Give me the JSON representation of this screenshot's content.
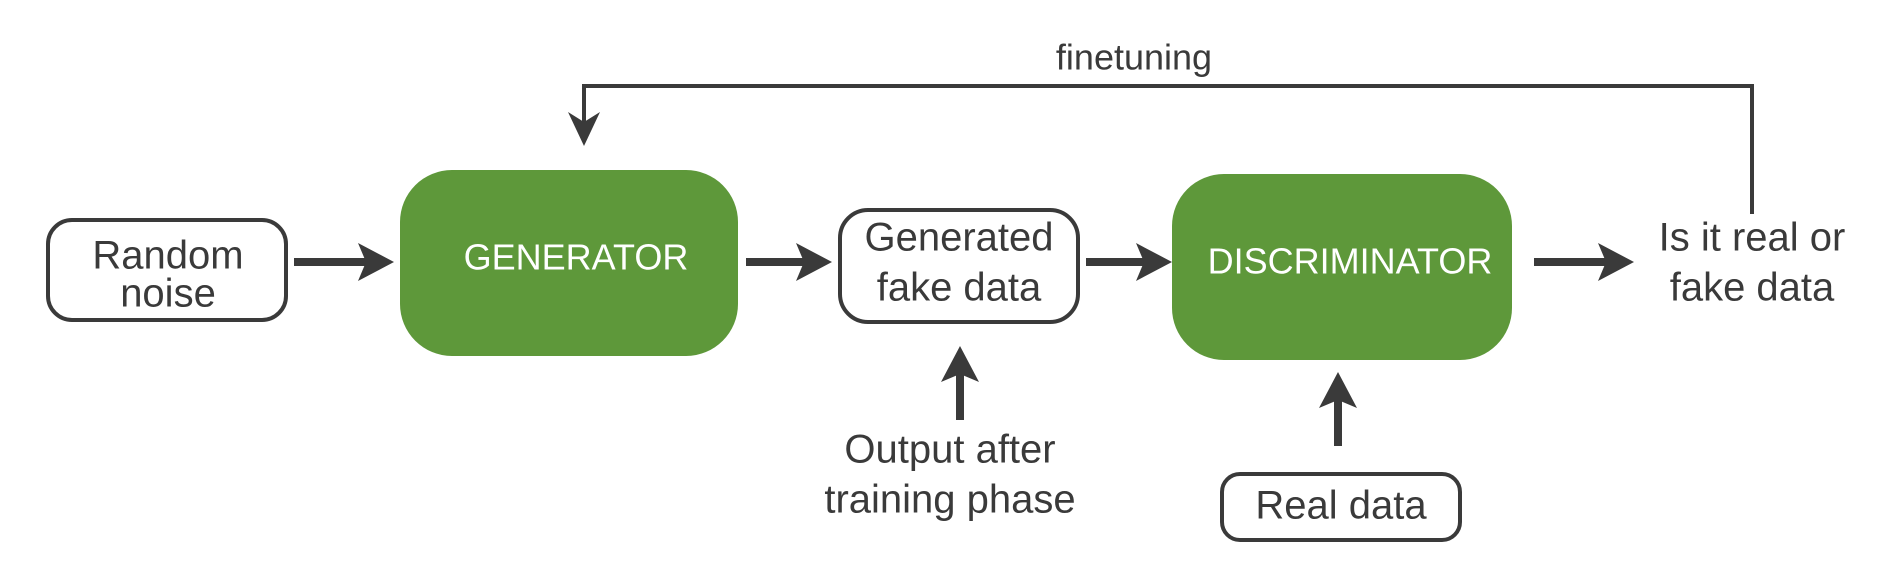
{
  "colors": {
    "block_fill": "#5e983a",
    "line": "#3a3a3a",
    "text": "#3a3a3a",
    "block_text": "#ffffff"
  },
  "nodes": {
    "random_noise": {
      "line1": "Random",
      "line2": "noise"
    },
    "generator": {
      "label": "GENERATOR"
    },
    "generated_fake_data": {
      "line1": "Generated",
      "line2": "fake data"
    },
    "discriminator": {
      "label": "DISCRIMINATOR"
    },
    "output": {
      "line1": "Is it real or",
      "line2": "fake data"
    },
    "training_output": {
      "line1": "Output after",
      "line2": "training phase"
    },
    "real_data": {
      "label": "Real data"
    }
  },
  "edges": {
    "feedback_label": "finetuning"
  }
}
